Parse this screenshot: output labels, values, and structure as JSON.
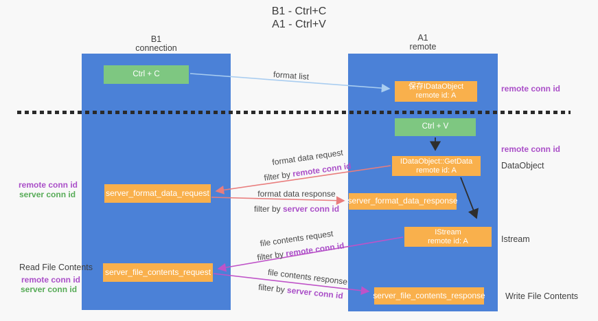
{
  "title": {
    "line1": "B1 - Ctrl+C",
    "line2": "A1 - Ctrl+V"
  },
  "colors": {
    "column_blue": "#4b81d7",
    "node_green": "#7ec781",
    "node_orange": "#f9b04c",
    "arrow_lightblue": "#a9cdf0",
    "arrow_salmon": "#e97d7d",
    "arrow_magenta": "#bf53c8",
    "arrow_black": "#2e2e2e",
    "text_purple": "#aa4fc8",
    "text_green": "#57ab57",
    "text_dark": "#3e3e3e"
  },
  "columns": {
    "b1": {
      "title": "B1",
      "subtitle": "connection"
    },
    "a1": {
      "title": "A1",
      "subtitle": "remote"
    }
  },
  "nodes": {
    "ctrl_c": {
      "label": "Ctrl + C"
    },
    "ctrl_v": {
      "label": "Ctrl + V"
    },
    "save_dataobject": {
      "line1": "保存IDataObject",
      "line2": "remote id: A"
    },
    "getdata": {
      "line1": "IDataObject::GetData",
      "line2": "remote id: A"
    },
    "istream": {
      "line1": "IStream",
      "line2": "remote id: A"
    },
    "format_request": {
      "label": "server_format_data_request"
    },
    "format_response": {
      "label": "server_format_data_response"
    },
    "file_request": {
      "label": "server_file_contents_request"
    },
    "file_response": {
      "label": "server_file_contents_response"
    }
  },
  "arrow_labels": {
    "format_list": "format list",
    "format_data_request": "format data request",
    "format_data_response": "format data response",
    "file_contents_request": "file contents request",
    "file_contents_response": "file contents response",
    "filter_by": "filter by ",
    "remote_conn_id": "remote conn id",
    "server_conn_id": "server conn id"
  },
  "side_labels": {
    "remote_conn_id_top": "remote conn id",
    "remote_conn_id_mid": "remote conn id",
    "dataobject": "DataObject",
    "istream": "Istream",
    "write_file_contents": "Write File Contents",
    "read_file_contents": "Read File Contents",
    "legend_format": {
      "remote": "remote conn id",
      "server": "server conn id"
    },
    "legend_file": {
      "remote": "remote conn id",
      "server": "server conn id"
    }
  }
}
